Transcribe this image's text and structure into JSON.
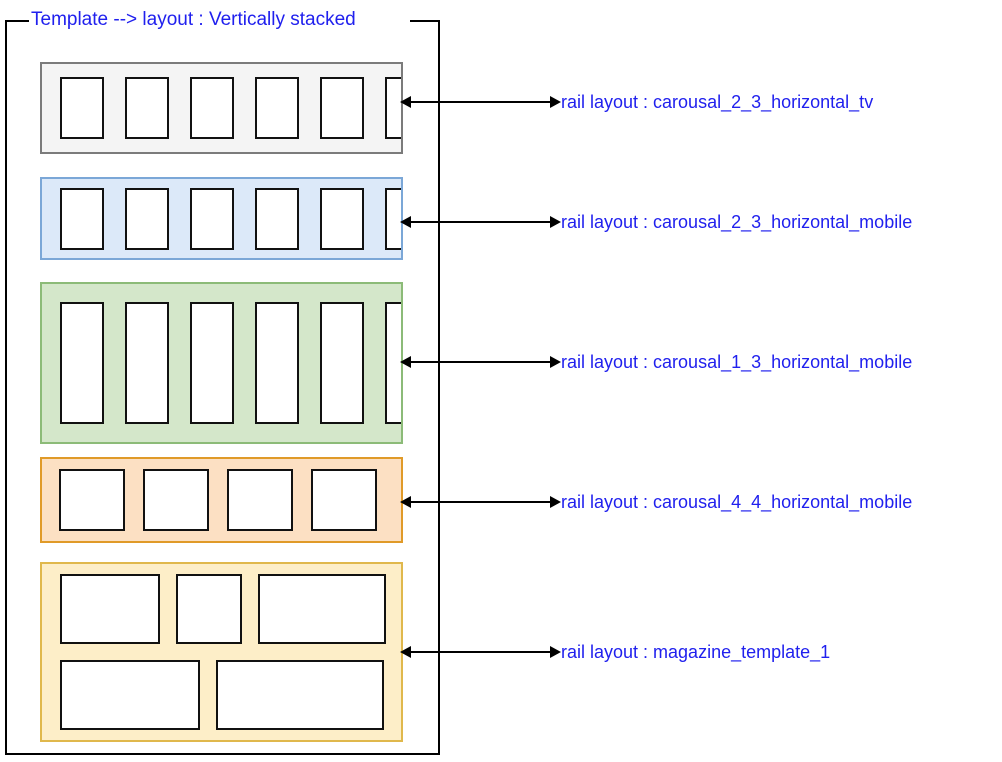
{
  "diagram": {
    "title": "Template --> layout : Vertically stacked",
    "label_prefix": "rail layout :"
  },
  "rails": [
    {
      "id": "rail-1",
      "layout_name": "carousal_2_3_horizontal_tv",
      "label": "rail layout :  carousal_2_3_horizontal_tv",
      "fill_color": "#f4f4f4",
      "border_color": "#7b7b7b",
      "card_count": 6,
      "card_aspect": "2:3"
    },
    {
      "id": "rail-2",
      "layout_name": "carousal_2_3_horizontal_mobile",
      "label": "rail layout :  carousal_2_3_horizontal_mobile",
      "fill_color": "#dce9f9",
      "border_color": "#7ba7d7",
      "card_count": 6,
      "card_aspect": "2:3"
    },
    {
      "id": "rail-3",
      "layout_name": "carousal_1_3_horizontal_mobile",
      "label": "rail layout :  carousal_1_3_horizontal_mobile",
      "fill_color": "#d4e7ca",
      "border_color": "#8cbb78",
      "card_count": 6,
      "card_aspect": "1:3"
    },
    {
      "id": "rail-4",
      "layout_name": "carousal_4_4_horizontal_mobile",
      "label": "rail layout :  carousal_4_4_horizontal_mobile",
      "fill_color": "#fce0c3",
      "border_color": "#e09a28",
      "card_count": 4,
      "card_aspect": "4:4"
    },
    {
      "id": "rail-5",
      "layout_name": "magazine_template_1",
      "label": "rail layout :  magazine_template_1",
      "fill_color": "#fdeec8",
      "border_color": "#e0b84c",
      "rows": [
        {
          "tiles": 3
        },
        {
          "tiles": 2
        }
      ]
    }
  ],
  "colors": {
    "text_blue": "#2020ee",
    "line_black": "#000000",
    "card_white": "#ffffff"
  }
}
